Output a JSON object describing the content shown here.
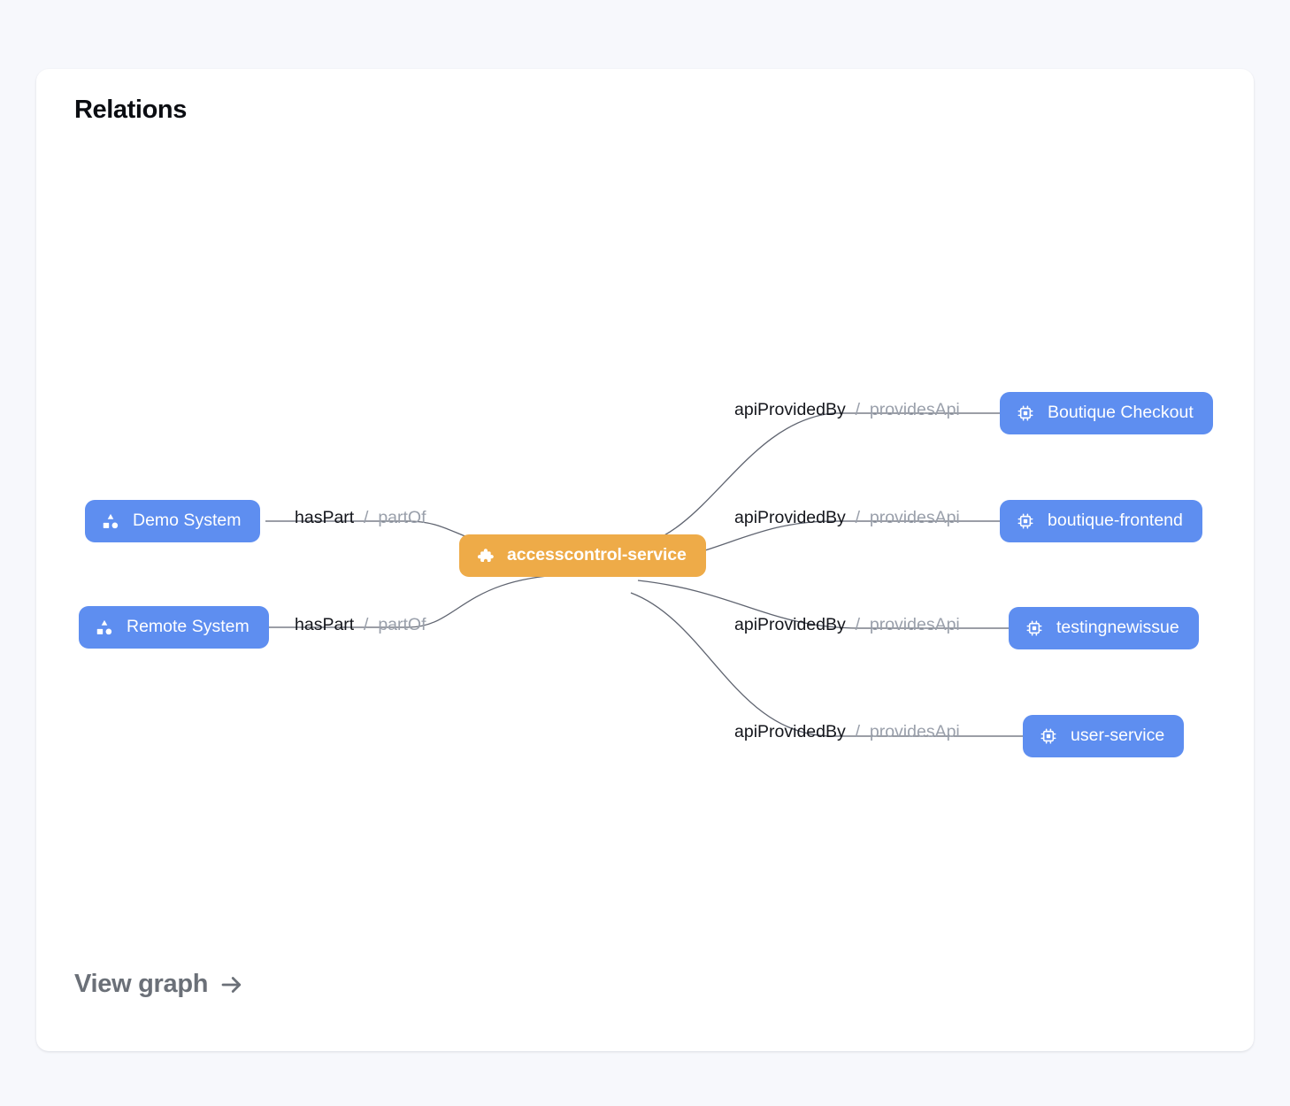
{
  "card": {
    "title": "Relations",
    "footer_link": {
      "label": "View graph",
      "icon": "arrow-right-icon"
    }
  },
  "graph": {
    "center_node": {
      "id": "accesscontrol-service",
      "label": "accesscontrol-service",
      "icon": "puzzle-piece-icon",
      "color": "#eeab48",
      "kind": "component"
    },
    "left_nodes": [
      {
        "id": "demo-system",
        "label": "Demo System",
        "icon": "shapes-icon",
        "color": "#5e8ef0",
        "kind": "system"
      },
      {
        "id": "remote-system",
        "label": "Remote System",
        "icon": "shapes-icon",
        "color": "#5e8ef0",
        "kind": "system"
      }
    ],
    "right_nodes": [
      {
        "id": "boutique-checkout",
        "label": "Boutique Checkout",
        "icon": "chip-icon",
        "color": "#5e8ef0",
        "kind": "api"
      },
      {
        "id": "boutique-frontend",
        "label": "boutique-frontend",
        "icon": "chip-icon",
        "color": "#5e8ef0",
        "kind": "api"
      },
      {
        "id": "testingnewissue",
        "label": "testingnewissue",
        "icon": "chip-icon",
        "color": "#5e8ef0",
        "kind": "api"
      },
      {
        "id": "user-service",
        "label": "user-service",
        "icon": "chip-icon",
        "color": "#5e8ef0",
        "kind": "api"
      }
    ],
    "edge_labels": [
      {
        "id": "edge-demo-system",
        "forward": "hasPart",
        "separator": "/",
        "reverse": "partOf"
      },
      {
        "id": "edge-remote-system",
        "forward": "hasPart",
        "separator": "/",
        "reverse": "partOf"
      },
      {
        "id": "edge-boutique-checkout",
        "forward": "apiProvidedBy",
        "separator": "/",
        "reverse": "providesApi"
      },
      {
        "id": "edge-boutique-frontend",
        "forward": "apiProvidedBy",
        "separator": "/",
        "reverse": "providesApi"
      },
      {
        "id": "edge-testingnewissue",
        "forward": "apiProvidedBy",
        "separator": "/",
        "reverse": "providesApi"
      },
      {
        "id": "edge-user-service",
        "forward": "apiProvidedBy",
        "separator": "/",
        "reverse": "providesApi"
      }
    ]
  },
  "colors": {
    "page_background": "#f7f8fc",
    "card_background": "#ffffff",
    "node_blue": "#5e8ef0",
    "node_orange": "#eeab48",
    "edge_stroke": "#5f6470",
    "label_primary": "#14161c",
    "label_muted": "#9aa0ab"
  }
}
